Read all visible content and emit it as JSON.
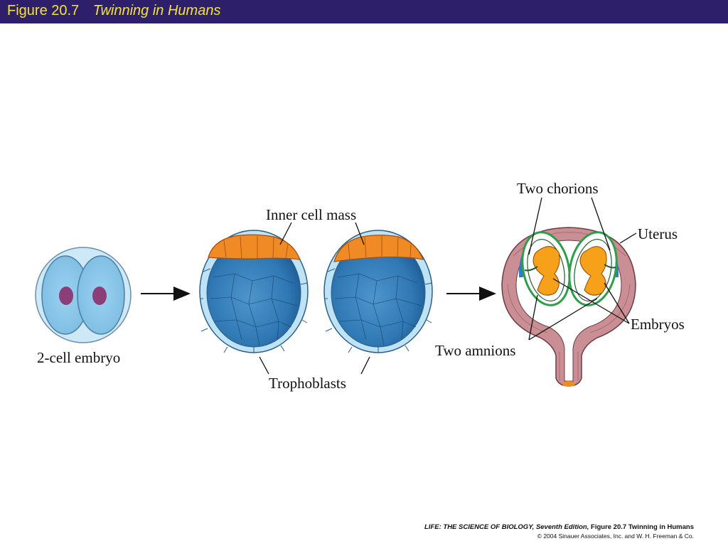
{
  "header": {
    "figure_number": "Figure 20.7",
    "figure_title": "Twinning in Humans"
  },
  "labels": {
    "two_cell_embryo": "2-cell embryo",
    "inner_cell_mass": "Inner cell mass",
    "trophoblasts": "Trophoblasts",
    "two_chorions": "Two chorions",
    "uterus": "Uterus",
    "embryos": "Embryos",
    "two_amnions": "Two amnions"
  },
  "footer": {
    "book_title": "LIFE: THE SCIENCE OF BIOLOGY, Seventh Edition,",
    "figure_ref": "Figure 20.7 Twinning in Humans",
    "copyright": "© 2004 Sinauer Associates, Inc. and W. H. Freeman & Co."
  },
  "colors": {
    "title_bar": "#2e1f6b",
    "title_text": "#f2e23a",
    "embryo_cell": "#8fcaec",
    "nucleus": "#8b3e78",
    "blastocyst_interior": "#2f78b4",
    "inner_cell_mass": "#f08a24",
    "uterus_wall": "#c98f94",
    "chorion": "#2e9e4a",
    "embryo": "#f7a11a"
  },
  "icons": {
    "arrow_1": "right-arrow-icon",
    "arrow_2": "right-arrow-icon"
  }
}
